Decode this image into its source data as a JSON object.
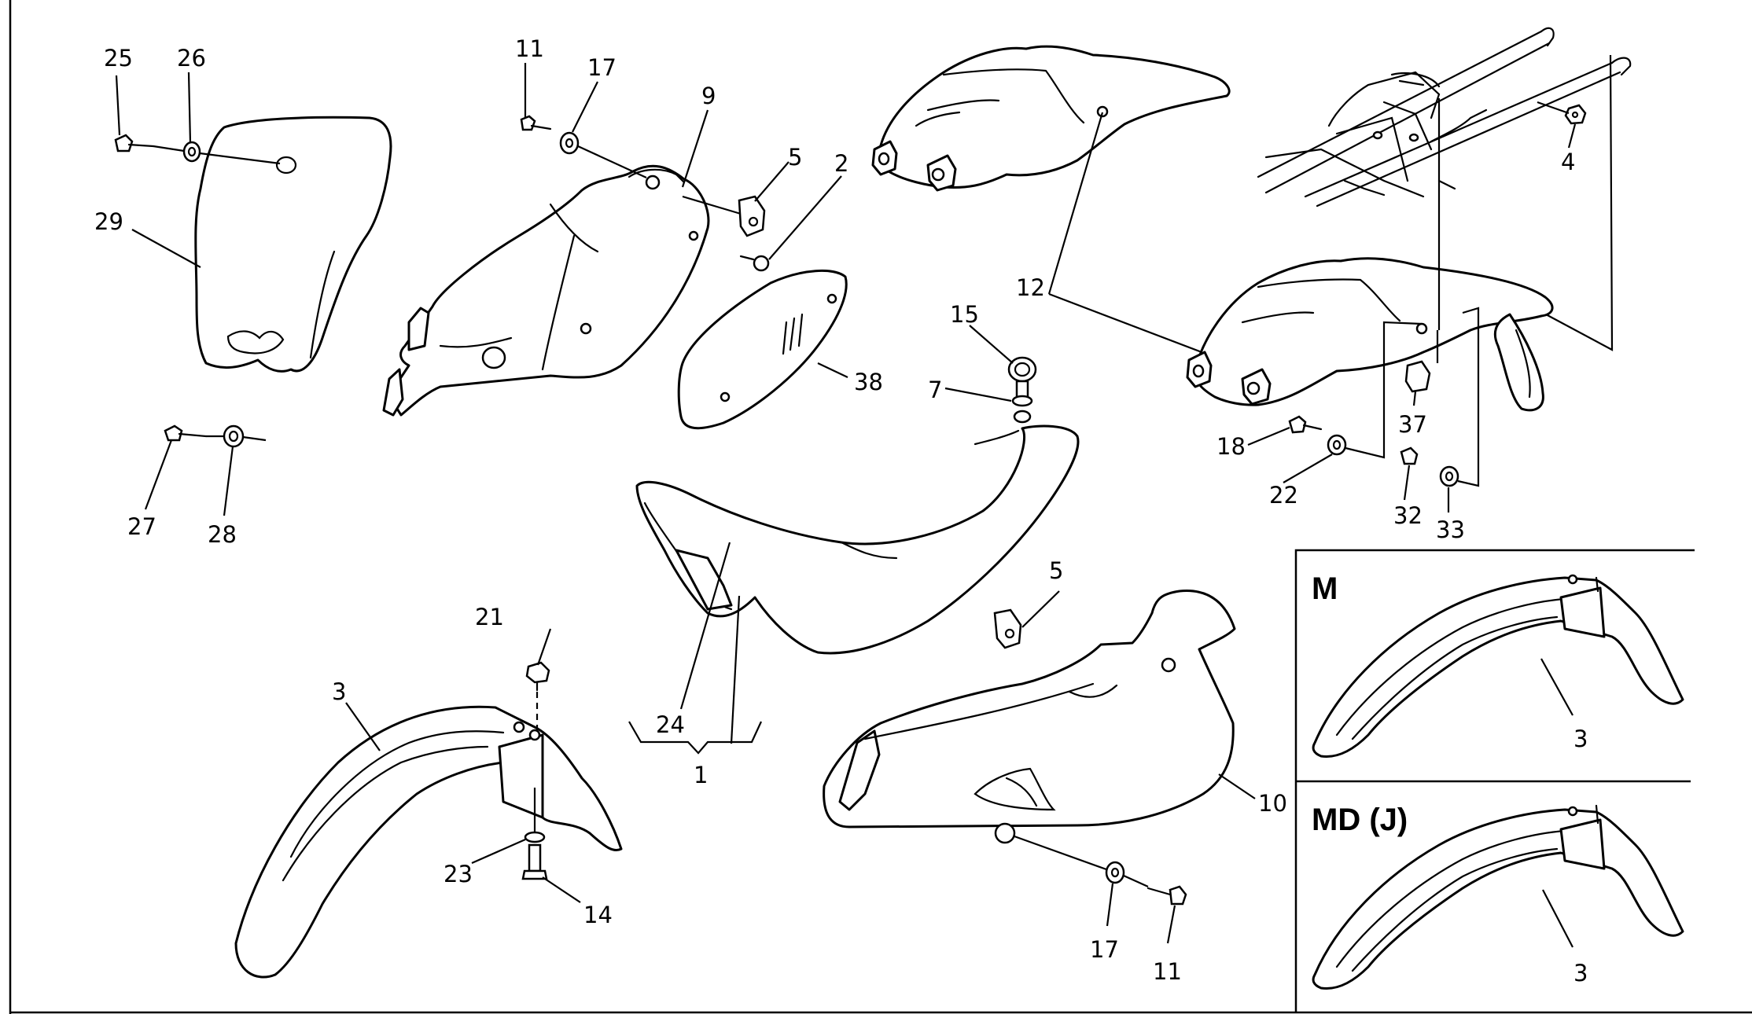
{
  "diagram": {
    "callouts": {
      "c25": "25",
      "c26": "26",
      "c29": "29",
      "c27": "27",
      "c28": "28",
      "c11a": "11",
      "c17a": "17",
      "c9": "9",
      "c5a": "5",
      "c2": "2",
      "c38": "38",
      "c12": "12",
      "c4": "4",
      "c15": "15",
      "c7": "7",
      "c18": "18",
      "c22": "22",
      "c37": "37",
      "c32": "32",
      "c33": "33",
      "c21": "21",
      "c3": "3",
      "c23": "23",
      "c14": "14",
      "c24": "24",
      "c1": "1",
      "c5b": "5",
      "c10": "10",
      "c17b": "17",
      "c11b": "11",
      "c3m": "3",
      "c3md": "3"
    },
    "variants": {
      "m": "M",
      "md": "MD (J)"
    }
  }
}
